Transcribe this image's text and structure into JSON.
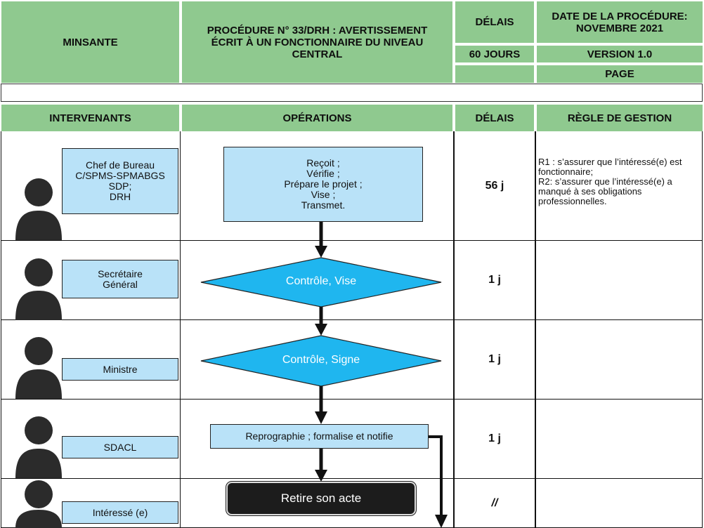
{
  "header": {
    "org": "MINSANTE",
    "procedure": "PROCÉDURE N° 33/DRH : AVERTISSEMENT ÉCRIT À UN FONCTIONNAIRE DU NIVEAU CENTRAL",
    "delais_label": "DÉLAIS",
    "delais_value": "60 JOURS",
    "date_label": "DATE DE LA PROCÉDURE: NOVEMBRE 2021",
    "version": "VERSION 1.0",
    "page_label": "PAGE"
  },
  "columns": {
    "intervenants": "INTERVENANTS",
    "operations": "OPÉRATIONS",
    "delais": "DÉLAIS",
    "regle": "RÈGLE DE GESTION"
  },
  "rows": [
    {
      "actor": "Chef de Bureau\nC/SPMS-SPMABGS\nSDP;\nDRH",
      "operation": "Reçoit ;\nVérifie ;\nPrépare le projet ;\nVise ;\nTransmet.",
      "delai": "56 j",
      "regle": "R1 : s’assurer que l’intéressé(e) est fonctionnaire;\nR2: s’assurer que l’intéressé(e) a manqué à ses obligations professionnelles."
    },
    {
      "actor": "Secrétaire\nGénéral",
      "operation": "Contrôle, Vise",
      "delai": "1 j",
      "regle": ""
    },
    {
      "actor": "Ministre",
      "operation": "Contrôle, Signe",
      "delai": "1 j",
      "regle": ""
    },
    {
      "actor": "SDACL",
      "operation": "Reprographie ; formalise et notifie",
      "delai": "1 j",
      "regle": ""
    },
    {
      "actor": "Intéressé (e)",
      "operation": "Retire son acte",
      "delai": "//",
      "regle": ""
    }
  ],
  "colors": {
    "header_green": "#8fc98f",
    "box_blue": "#b9e2f8",
    "diamond_cyan": "#1fb6ef",
    "terminal": "#1c1c1c"
  }
}
